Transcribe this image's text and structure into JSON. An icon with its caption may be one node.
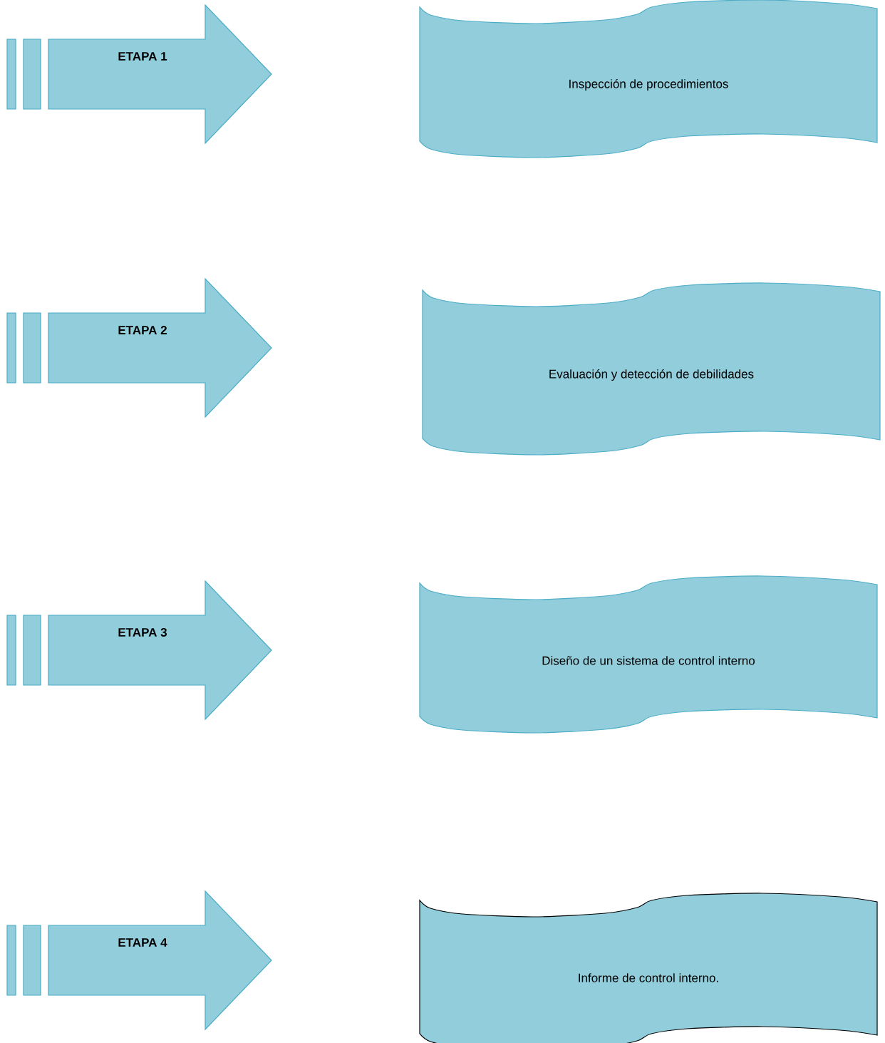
{
  "diagram": {
    "nodes": [
      {
        "text": [
          "ETAPA 1"
        ]
      },
      {
        "text": [
          "Inspección de procedimientos"
        ]
      },
      {
        "text": [
          "ETAPA 2"
        ]
      },
      {
        "text": [
          "Evaluación y detección de debilidades"
        ]
      },
      {
        "text": [
          "ETAPA 3"
        ]
      },
      {
        "text": [
          "Diseño de un sistema de control interno"
        ]
      },
      {
        "text": [
          "ETAPA 4"
        ]
      },
      {
        "text": [
          "Informe de control interno."
        ]
      }
    ]
  }
}
